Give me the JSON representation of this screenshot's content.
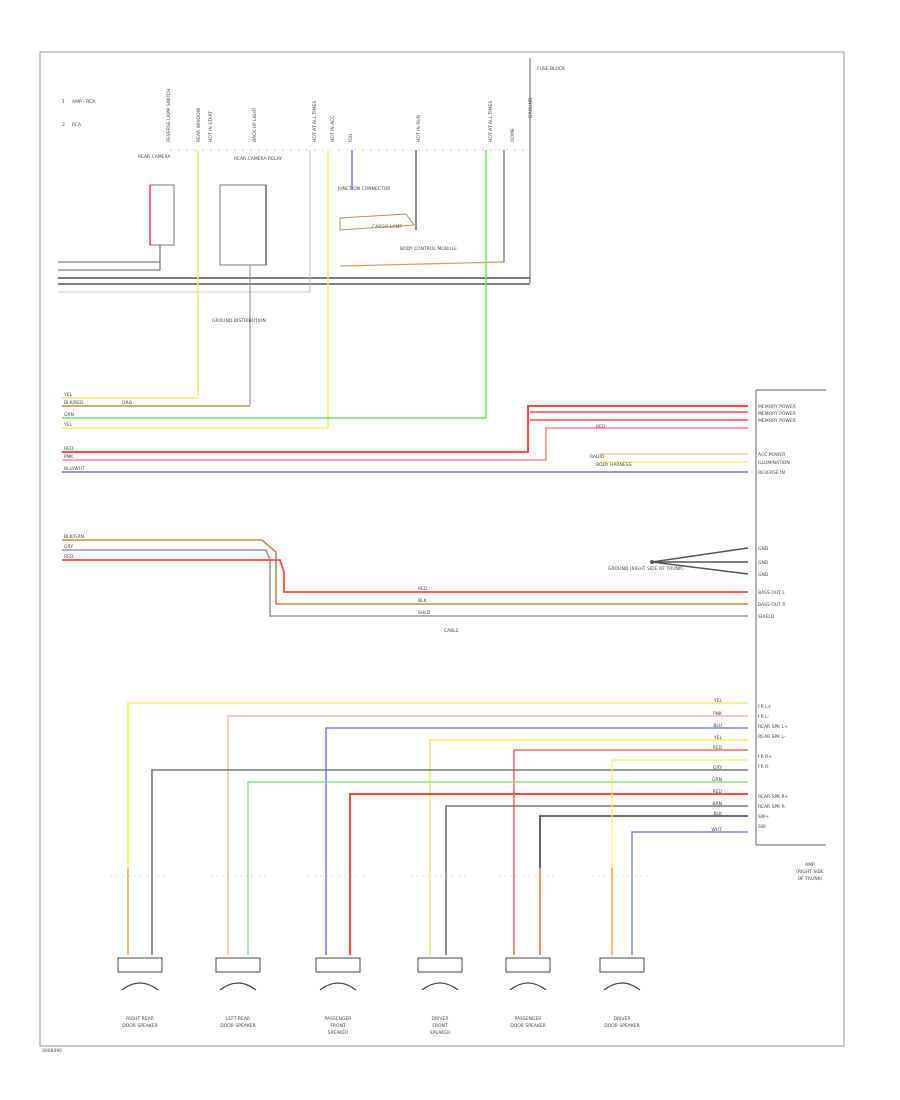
{
  "diagram": {
    "legend": [
      {
        "symbol": "1",
        "text": "AMP - RCA"
      },
      {
        "symbol": "2",
        "text": "RCA"
      }
    ],
    "page_id": "3008490",
    "module": {
      "lines": [
        "AMP",
        "(RIGHT SIDE",
        "OF TRUNK)"
      ]
    },
    "top_labels": {
      "reverse_lamp_switch": "REVERSE LAMP SWITCH",
      "rear_window": "REAR WINDOW",
      "hot_in_start": "HOT IN START",
      "ground": "GROUND",
      "hot_at_all_times_1": "HOT AT ALL TIMES",
      "iod": "IOD",
      "hot_at_all_times_2": "HOT AT ALL TIMES",
      "backup_light": "BACK UP LIGHT",
      "fuse_block": "FUSE BLOCK",
      "hot_in_acc": "HOT IN ACC",
      "hot_in_run": "HOT IN RUN"
    },
    "relay_labels": {
      "rear_camera": "REAR CAMERA",
      "rear_camera_relay": "REAR CAMERA RELAY",
      "junction_conn": "JUNCTION CONNECTOR",
      "cargo_lamp": "CARGO LAMP",
      "body_control": "BODY CONTROL MODULE",
      "dome": "DOME"
    },
    "wire_codes": {
      "yel": "YEL",
      "blk_red": "BLK/RED",
      "grn": "GRN",
      "red": "RED",
      "pnk": "PNK",
      "wht": "WHT",
      "blu_wht": "BLU/WHT",
      "blk_grn": "BLK/GRN",
      "blk": "BLK",
      "org": "ORG",
      "gry": "GRY",
      "blu": "BLU",
      "brn": "BRN",
      "shld": "SHLD"
    },
    "pin_labels": {
      "memory_power_1": "MEMORY POWER",
      "memory_power_2": "MEMORY POWER",
      "memory_power_3": "MEMORY POWER",
      "acc_power": "ACC POWER",
      "illumination": "ILLUMINATION",
      "reverse_in": "REVERSE IN",
      "gnd_1": "GND",
      "gnd_2": "GND",
      "gnd_3": "GND",
      "bass_out_l": "BASS OUT L",
      "bass_out_r": "BASS OUT R",
      "shield": "SHIELD",
      "fr_l_pos": "FR L+",
      "fr_l_neg": "FR L-",
      "rear_spk_l_pos": "REAR SPK L+",
      "rear_spk_l_neg": "REAR SPK L-",
      "fr_r_pos": "FR R+",
      "fr_r_neg": "FR R-",
      "rear_spk_r_pos": "REAR SPK R+",
      "rear_spk_r_neg": "REAR SPK R-",
      "sw_pos": "SW+",
      "sw_neg": "SW-"
    },
    "notes": {
      "ground_dist": "GROUND DISTRIBUTION",
      "cable": "CABLE",
      "ground_point": "GROUND (RIGHT SIDE OF TRUNK)",
      "radio_unit": "RADIO",
      "body_harness": "BODY HARNESS"
    },
    "speakers": [
      {
        "line1": "RIGHT REAR",
        "line2": "DOOR SPEAKER"
      },
      {
        "line1": "LEFT REAR",
        "line2": "DOOR SPEAKER"
      },
      {
        "line1": "PASSENGER",
        "line2": "FRONT",
        "line3": "SPEAKER"
      },
      {
        "line1": "DRIVER",
        "line2": "FRONT",
        "line3": "SPEAKER"
      },
      {
        "line1": "PASSENGER",
        "line2": "DOOR SPEAKER"
      },
      {
        "line1": "DRIVER",
        "line2": "DOOR SPEAKER"
      }
    ]
  }
}
